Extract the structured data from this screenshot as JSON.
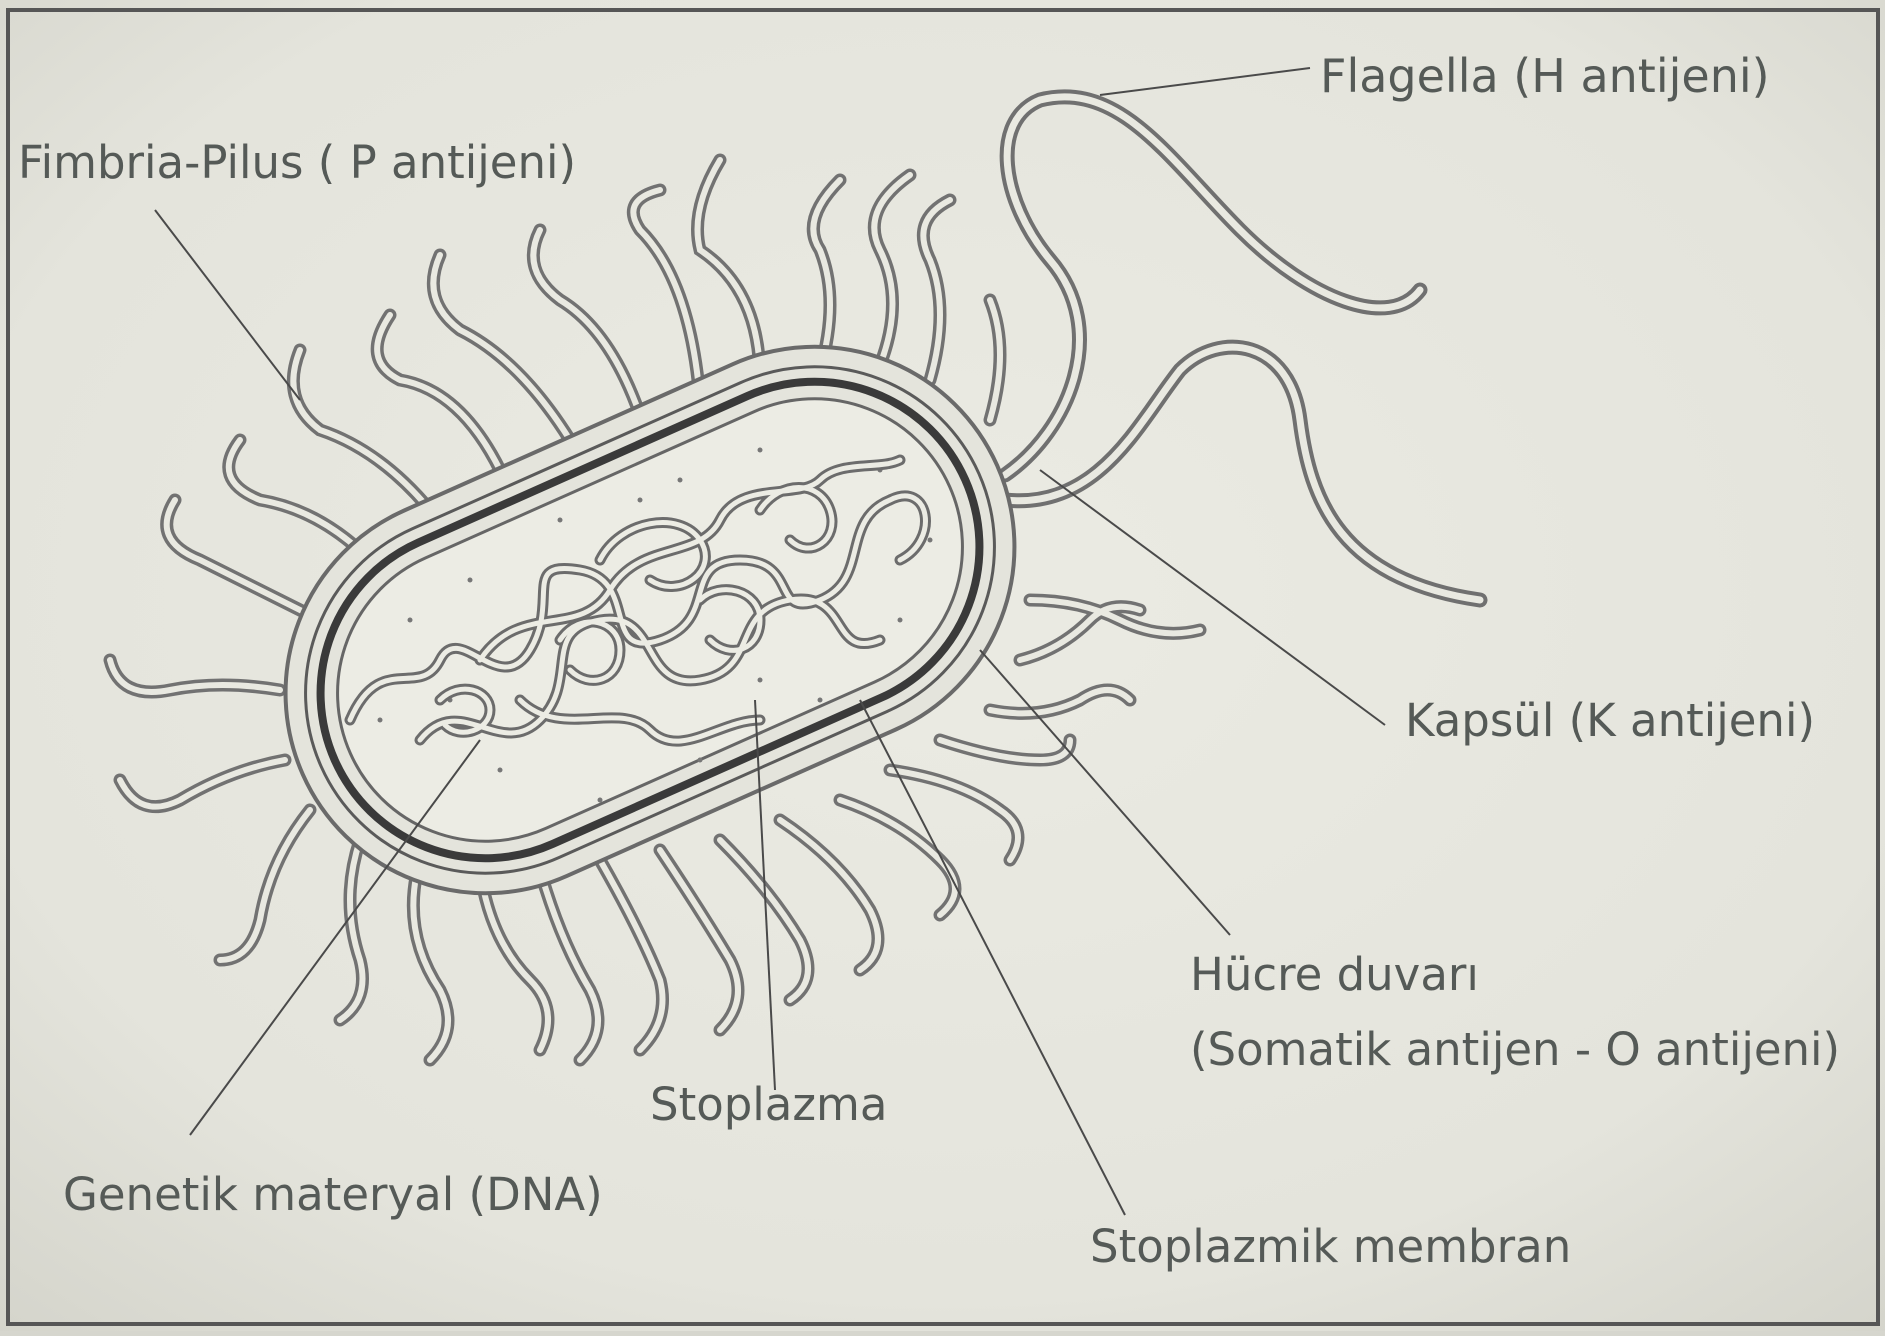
{
  "diagram": {
    "labels": {
      "flagella": "Flagella (H antijeni)",
      "fimbria": "Fimbria-Pilus ( P antijeni)",
      "kapsul": "Kapsül (K antijeni)",
      "hucre_duvari_1": "Hücre duvarı",
      "hucre_duvari_2": "(Somatik antijen - O antijeni)",
      "stoplazma": "Stoplazma",
      "genetik": "Genetik materyal (DNA)",
      "membran": "Stoplazmik membran"
    }
  }
}
